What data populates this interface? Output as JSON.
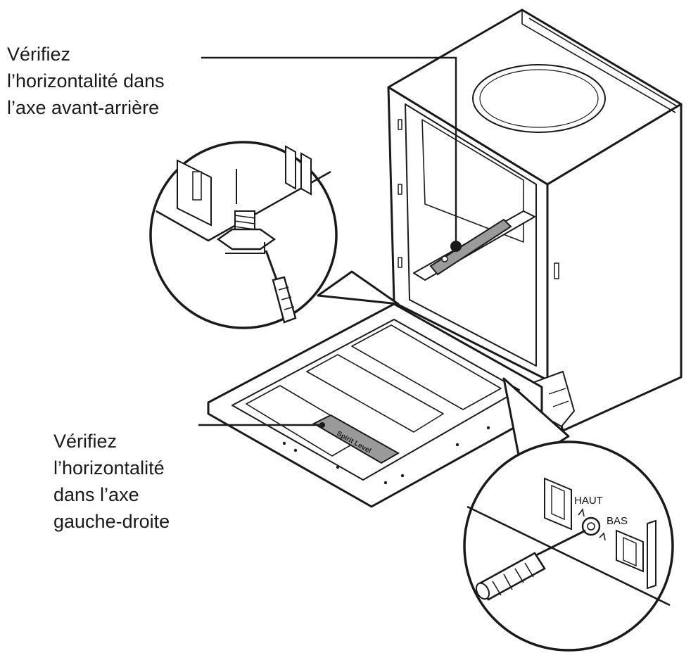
{
  "callouts": {
    "front_back": "Vérifiez\nl’horizontalité dans\nl’axe avant-arrière",
    "left_right": "Vérifiez\nl’horizontalité\ndans l’axe\ngauche-droite"
  },
  "adjuster_labels": {
    "up": "HAUT",
    "down": "BAS"
  },
  "spirit_level_text": "Spirit Level",
  "colors": {
    "line": "#1a1a1a",
    "fill": "#ffffff",
    "shade": "#d9d9d9",
    "level_bar": "#9a9a9a"
  }
}
